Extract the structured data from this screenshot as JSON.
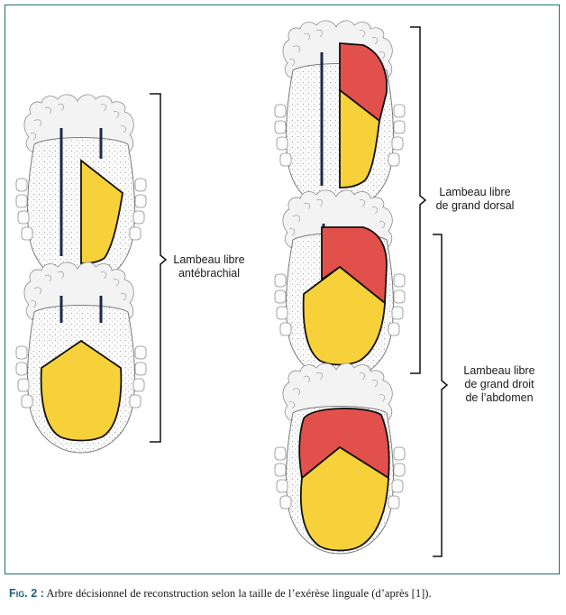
{
  "labels": {
    "antebrachial": [
      "Lambeau libre",
      "antébrachial"
    ],
    "grand_dorsal": [
      "Lambeau libre",
      "de grand dorsal"
    ],
    "grand_droit": [
      "Lambeau libre",
      "de grand droit",
      "de l’abdomen"
    ]
  },
  "caption": {
    "fig": "Fig. 2 :",
    "text": " Arbre décisionnel de reconstruction selon la taille de l’exérèse linguale (d’après [1])."
  },
  "colors": {
    "frame": "#1f6f6a",
    "yellow": "#f7d13a",
    "red": "#e2504c",
    "outline": "#111111",
    "midline": "#1c2a4a"
  }
}
